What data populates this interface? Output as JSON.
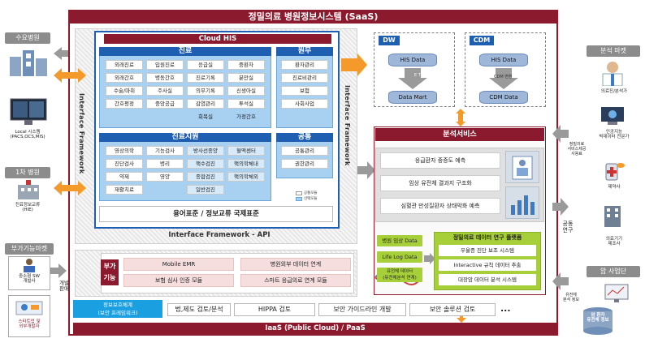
{
  "title": "정밀의료 병원정보시스템 (SaaS)",
  "left": {
    "demand_hospital": "수요병원",
    "local_system_label": "Local 시스템\n(PACS,OCS,MIS)",
    "first_hospital": "1차 병원",
    "first_hospital_sub": "진료정보교류\n(HIE)",
    "addon_market": "부가기능마켓",
    "sme_sw": "중소형 SW\n개발사",
    "startup": "스타트업 및\n외부개발자",
    "dev_sales": "개발\n판매"
  },
  "cloud_his": {
    "title": "Cloud HIS",
    "clinic": {
      "title": "진료",
      "cells": [
        [
          "외래진료",
          "입원진료",
          "응급실",
          "중환자"
        ],
        [
          "외래간호",
          "병동간호",
          "진료기록",
          "분만실"
        ],
        [
          "수술/마취",
          "주사실",
          "의무기록",
          "신생아실"
        ],
        [
          "간호평정",
          "중앙공급",
          "감염관리",
          "투석실"
        ],
        [
          "",
          "",
          "회복실",
          "가정간호"
        ]
      ]
    },
    "admin": {
      "title": "원무",
      "cells": [
        "환자관리",
        "진료비관리",
        "보험",
        "사회사업"
      ]
    },
    "support": {
      "title": "진료지원",
      "cells": [
        [
          "영상의학",
          "기능검사",
          "방사선종양",
          "혈액센터"
        ],
        [
          "진단검사",
          "병리",
          "핵수검진",
          "핵의학체내"
        ],
        [
          "약제",
          "영양",
          "종합검진",
          "핵의학체외"
        ],
        [
          "재활치료",
          "",
          "일반검진",
          ""
        ]
      ]
    },
    "common": {
      "title": "공통",
      "cells": [
        "공통관리",
        "권한관리"
      ]
    },
    "legend_a": "공통모듈",
    "legend_b": "선택모듈",
    "standard_bar": "용어표준 / 정보교류 국제표준"
  },
  "interface_left": "Interface Framework",
  "interface_right": "Interface Framework",
  "interface_bottom": "Interface Framework - API",
  "dw": {
    "title": "DW",
    "his_data": "HIS Data",
    "etl": "E T L",
    "data_mart": "Data Mart"
  },
  "cdm": {
    "title": "CDM",
    "his_data": "HIS Data",
    "transform": "CDM 변환",
    "cdm_data": "CDM Data"
  },
  "analysis": {
    "title": "분석서비스",
    "rows": [
      "응급환자 중증도 예측",
      "임상 유전체 결과지 구조화",
      "심혈관 만성질환자 상태악화 예측"
    ],
    "data_boxes": [
      "병원 임상 Data",
      "Life Log Data",
      "유전체 데이터\n(유전체분석 연계)"
    ],
    "platform_title": "정밀의료 데이터 연구 플랫폼",
    "platform_rows": [
      "우울증 진단 보조 시스템",
      "Interactive 규칙 데이터 추출",
      "대장암 데이터 분석 시스템"
    ]
  },
  "addon": {
    "label": "부가\n기능",
    "buttons": [
      "Mobile EMR",
      "병원외부 데이터 연계",
      "보험 심사 인증 모듈",
      "스마트 응급의료 연계 모듈"
    ]
  },
  "bottom_bar": {
    "blue_label": "정보보호체계\n(보안 프레임워크)",
    "items": [
      "법,제도 검토/분석",
      "HIPPA 검토",
      "보안 가이드라인 개발",
      "보안 솔루션 검토"
    ],
    "more": "...",
    "iaas": "IaaS (Public Cloud) / PaaS"
  },
  "right": {
    "market": "분석 마켓",
    "doctor": "의료진/분석가",
    "ai_expert": "인공지능\n빅데이터 전문가",
    "pharma": "제약사",
    "device": "의료기기\n제조사",
    "side_note": "정밀의료\n서비스제공\n사용료",
    "joint": "공동\n연구",
    "cancer": "암 사업단",
    "genome_note": "유전체\n분석 정보",
    "genome_db": "암 환자\n유전체 정보"
  }
}
